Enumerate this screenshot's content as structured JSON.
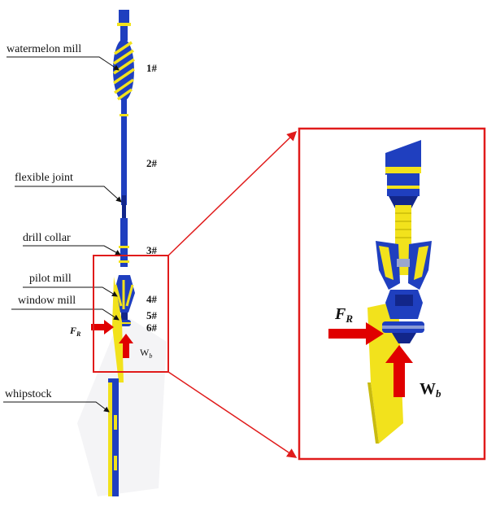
{
  "labels": {
    "watermelon_mill": "watermelon mill",
    "flexible_joint": "flexible joint",
    "drill_collar": "drill collar",
    "pilot_mill": "pilot mill",
    "window_mill": "window mill",
    "whipstock": "whipstock"
  },
  "stations": [
    "1#",
    "2#",
    "3#",
    "4#",
    "5#",
    "6#"
  ],
  "forces": {
    "radial_main": "F",
    "radial_sub": "R",
    "axial_main": "W",
    "axial_sub": "b"
  },
  "colors": {
    "tool_blue": "#1f3fbf",
    "tool_dark": "#12268a",
    "accent_yellow": "#f2e21c",
    "frame_red": "#e01b1b",
    "arrow_red": "#e00000"
  }
}
